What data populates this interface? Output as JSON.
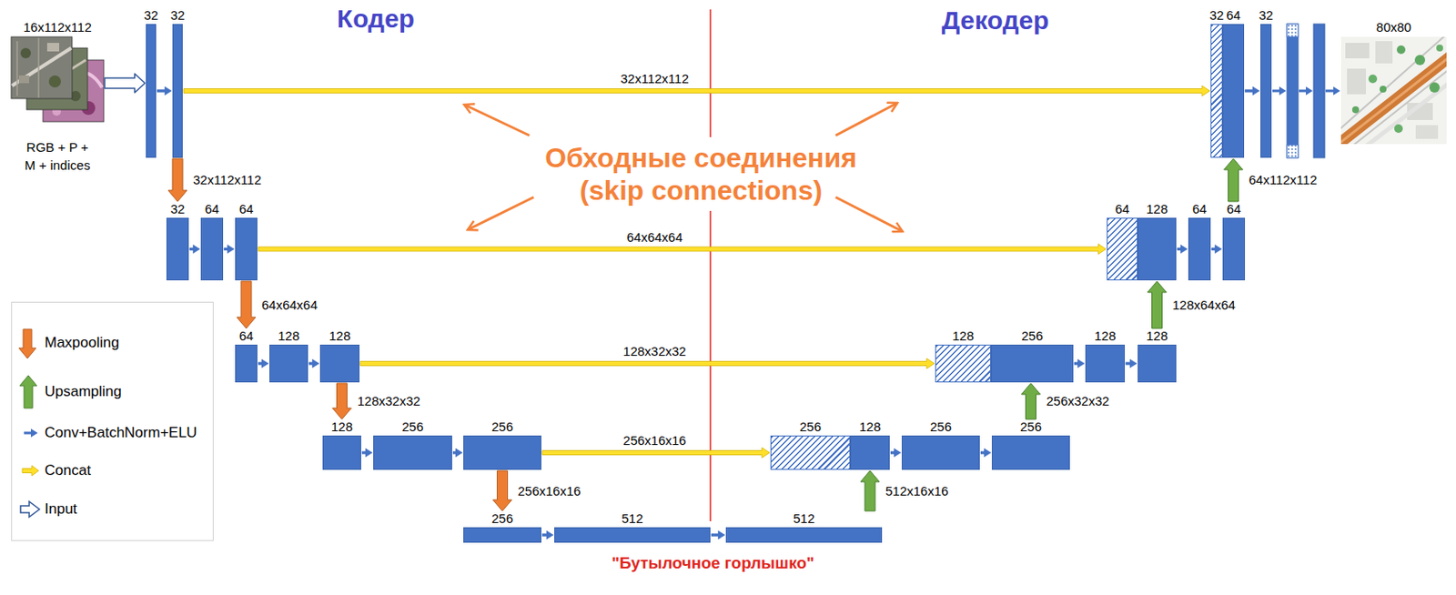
{
  "diagram": {
    "nodes": [
      {
        "text": [
          "16x112x112",
          "RGB + P + M + indices"
        ]
      },
      {
        "text": [
          "32"
        ]
      },
      {
        "text": [
          "32"
        ]
      },
      {
        "text": [
          "32"
        ]
      },
      {
        "text": [
          "64"
        ]
      },
      {
        "text": [
          "64"
        ]
      },
      {
        "text": [
          "64"
        ]
      },
      {
        "text": [
          "128"
        ]
      },
      {
        "text": [
          "128"
        ]
      },
      {
        "text": [
          "128"
        ]
      },
      {
        "text": [
          "256"
        ]
      },
      {
        "text": [
          "256"
        ]
      },
      {
        "text": [
          "256"
        ]
      },
      {
        "text": [
          "512"
        ]
      },
      {
        "text": [
          "512"
        ]
      },
      {
        "text": [
          "256"
        ]
      },
      {
        "text": [
          "128"
        ]
      },
      {
        "text": [
          "256"
        ]
      },
      {
        "text": [
          "256"
        ]
      },
      {
        "text": [
          "128"
        ]
      },
      {
        "text": [
          "256"
        ]
      },
      {
        "text": [
          "128"
        ]
      },
      {
        "text": [
          "128"
        ]
      },
      {
        "text": [
          "64"
        ]
      },
      {
        "text": [
          "128"
        ]
      },
      {
        "text": [
          "64"
        ]
      },
      {
        "text": [
          "64"
        ]
      },
      {
        "text": [
          "32"
        ]
      },
      {
        "text": [
          "64"
        ]
      },
      {
        "text": [
          "32"
        ]
      },
      {
        "text": [
          "80x80"
        ]
      }
    ],
    "edges": [
      {
        "from": 0,
        "to": 1,
        "arrow": "to"
      },
      {
        "from": 1,
        "to": 2,
        "arrow": "to"
      },
      {
        "from": 3,
        "to": 4,
        "arrow": "to"
      },
      {
        "from": 4,
        "to": 5,
        "arrow": "to"
      },
      {
        "from": 6,
        "to": 7,
        "arrow": "to"
      },
      {
        "from": 7,
        "to": 8,
        "arrow": "to"
      },
      {
        "from": 9,
        "to": 10,
        "arrow": "to"
      },
      {
        "from": 10,
        "to": 11,
        "arrow": "to"
      },
      {
        "from": 12,
        "to": 13,
        "arrow": "to"
      },
      {
        "from": 13,
        "to": 14,
        "arrow": "to"
      },
      {
        "from": 16,
        "to": 17,
        "arrow": "to"
      },
      {
        "from": 17,
        "to": 18,
        "arrow": "to"
      },
      {
        "from": 20,
        "to": 21,
        "arrow": "to"
      },
      {
        "from": 21,
        "to": 22,
        "arrow": "to"
      },
      {
        "from": 24,
        "to": 25,
        "arrow": "to"
      },
      {
        "from": 25,
        "to": 26,
        "arrow": "to"
      },
      {
        "from": 28,
        "to": 29,
        "arrow": "to"
      },
      {
        "from": 2,
        "to": 3,
        "label": "32x112x112",
        "arrow": "to"
      },
      {
        "from": 5,
        "to": 6,
        "label": "64x64x64",
        "arrow": "to"
      },
      {
        "from": 8,
        "to": 9,
        "label": "128x32x32",
        "arrow": "to"
      },
      {
        "from": 11,
        "to": 12,
        "label": "256x16x16",
        "arrow": "to"
      },
      {
        "from": 14,
        "to": 16,
        "label": "512x16x16",
        "arrow": "to"
      },
      {
        "from": 18,
        "to": 20,
        "label": "256x32x32",
        "arrow": "to"
      },
      {
        "from": 22,
        "to": 24,
        "label": "128x64x64",
        "arrow": "to"
      },
      {
        "from": 26,
        "to": 28,
        "label": "64x112x112",
        "arrow": "to"
      },
      {
        "from": 2,
        "to": 27,
        "label": "32x112x112",
        "arrow": "to"
      },
      {
        "from": 5,
        "to": 23,
        "label": "64x64x64",
        "arrow": "to"
      },
      {
        "from": 8,
        "to": 19,
        "label": "128x32x32",
        "arrow": "to"
      },
      {
        "from": 11,
        "to": 15,
        "label": "256x16x16",
        "arrow": "to"
      }
    ],
    "labels": [
      "Кодер",
      "Декодер",
      "Обходные соединения (skip connections)",
      "\"Бутылочное горлышко\""
    ],
    "legend": [
      {
        "text": "Maxpooling"
      },
      {
        "text": "Upsampling"
      },
      {
        "text": "Conv+BatchNorm+ELU"
      },
      {
        "text": "Concat"
      },
      {
        "text": "Input"
      }
    ]
  }
}
